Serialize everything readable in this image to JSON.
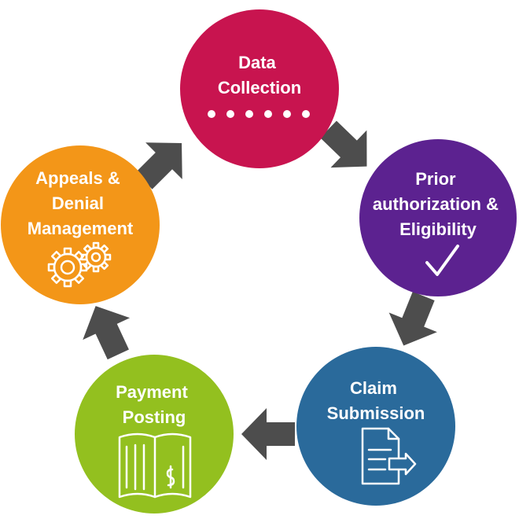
{
  "nodes": [
    {
      "id": "data-collection",
      "lines": [
        "Data",
        "Collection"
      ],
      "color": "#C8144F",
      "icon": "dots-icon"
    },
    {
      "id": "prior-authorization",
      "lines": [
        "Prior",
        "authorization &",
        "Eligibility"
      ],
      "color": "#5C2290",
      "icon": "check-icon"
    },
    {
      "id": "claim-submission",
      "lines": [
        "Claim",
        "Submission"
      ],
      "color": "#2A6A9B",
      "icon": "document-arrow-icon"
    },
    {
      "id": "payment-posting",
      "lines": [
        "Payment",
        "Posting"
      ],
      "color": "#93C01F",
      "icon": "ledger-dollar-icon"
    },
    {
      "id": "appeals-denial",
      "lines": [
        "Appeals &",
        "Denial",
        "Management"
      ],
      "color": "#F39618",
      "icon": "gears-icon"
    }
  ],
  "arrow_color": "#4D4D4D",
  "cycle_direction": "clockwise"
}
